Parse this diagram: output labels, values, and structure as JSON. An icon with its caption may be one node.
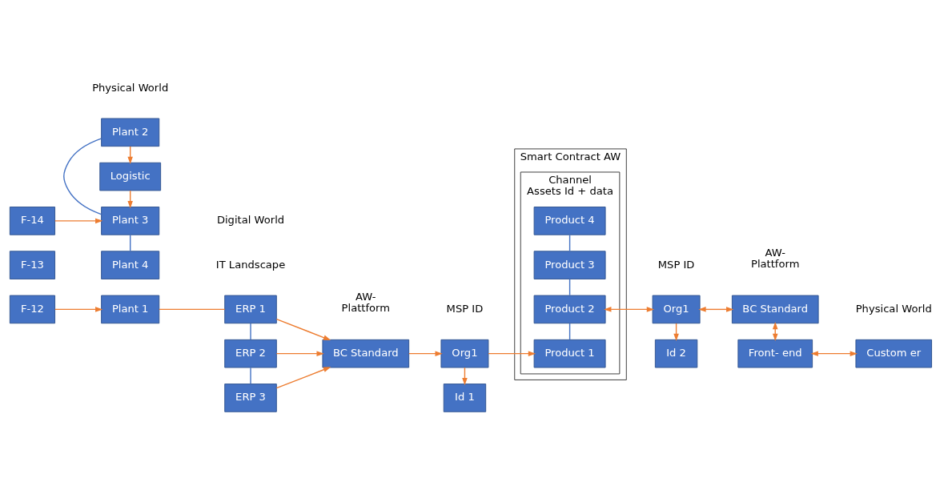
{
  "diagram": {
    "nodes": [
      {
        "text": [
          "F-12"
        ]
      },
      {
        "text": [
          "F-13"
        ]
      },
      {
        "text": [
          "Plant 1"
        ]
      },
      {
        "text": [
          "Plant 2"
        ]
      },
      {
        "text": [
          "Logistic"
        ]
      },
      {
        "text": [
          "F-14"
        ]
      },
      {
        "text": [
          "Plant 3"
        ]
      },
      {
        "text": [
          "Plant 4"
        ]
      },
      {
        "text": [
          "ERP 1"
        ]
      },
      {
        "text": [
          "ERP 2"
        ]
      },
      {
        "text": [
          "ERP 3"
        ]
      },
      {
        "text": [
          "BC Standard"
        ]
      },
      {
        "text": [
          "Id 1"
        ]
      },
      {
        "text": [
          "Org1"
        ]
      },
      {
        "text": [
          "Smart Contract AW"
        ]
      },
      {
        "text": [
          "Channel",
          "Assets Id + data"
        ],
        "in": 14
      },
      {
        "text": [
          "Product 1"
        ],
        "in": 15
      },
      {
        "text": [
          "Product 2"
        ],
        "in": 15
      },
      {
        "text": [
          "Product 3"
        ],
        "in": 15
      },
      {
        "text": [
          "Product 4"
        ],
        "in": 15
      },
      {
        "text": [
          "Id 2"
        ]
      },
      {
        "text": [
          "Org1"
        ]
      },
      {
        "text": [
          "BC Standard"
        ]
      },
      {
        "text": [
          "Front- end"
        ]
      },
      {
        "text": [
          "Custom er"
        ]
      }
    ],
    "edges": [
      {
        "from": 0,
        "to": 2,
        "arrow": "to"
      },
      {
        "from": 2,
        "to": 8,
        "arrow": "none"
      },
      {
        "from": 3,
        "to": 4,
        "arrow": "to"
      },
      {
        "from": 4,
        "to": 6,
        "arrow": "to"
      },
      {
        "from": 5,
        "to": 6,
        "arrow": "to"
      },
      {
        "from": 3,
        "to": 6,
        "arrow": "none",
        "color": "#4472c4"
      },
      {
        "from": 6,
        "to": 7,
        "arrow": "none",
        "color": "#4472c4"
      },
      {
        "from": 8,
        "to": 11,
        "arrow": "to"
      },
      {
        "from": 9,
        "to": 11,
        "arrow": "to"
      },
      {
        "from": 10,
        "to": 11,
        "arrow": "to"
      },
      {
        "from": 8,
        "to": 9,
        "arrow": "none",
        "color": "#4472c4"
      },
      {
        "from": 9,
        "to": 10,
        "arrow": "none",
        "color": "#4472c4"
      },
      {
        "from": 11,
        "to": 13,
        "arrow": "to"
      },
      {
        "from": 13,
        "to": 12,
        "arrow": "to"
      },
      {
        "from": 13,
        "to": 16,
        "arrow": "to"
      },
      {
        "from": 16,
        "to": 17,
        "arrow": "none",
        "color": "#4472c4"
      },
      {
        "from": 17,
        "to": 18,
        "arrow": "none",
        "color": "#4472c4"
      },
      {
        "from": 18,
        "to": 19,
        "arrow": "none",
        "color": "#4472c4"
      },
      {
        "from": 17,
        "to": 21,
        "arrow": "both"
      },
      {
        "from": 21,
        "to": 20,
        "arrow": "to"
      },
      {
        "from": 21,
        "to": 22,
        "arrow": "both"
      },
      {
        "from": 22,
        "to": 23,
        "arrow": "both"
      },
      {
        "from": 23,
        "to": 24,
        "arrow": "both"
      }
    ],
    "labels": [
      "Physical World",
      "IT Landscape",
      "Digital World",
      "AW- Plattform",
      "MSP ID",
      "MSP ID",
      "AW- Plattform",
      "Physical World"
    ]
  }
}
